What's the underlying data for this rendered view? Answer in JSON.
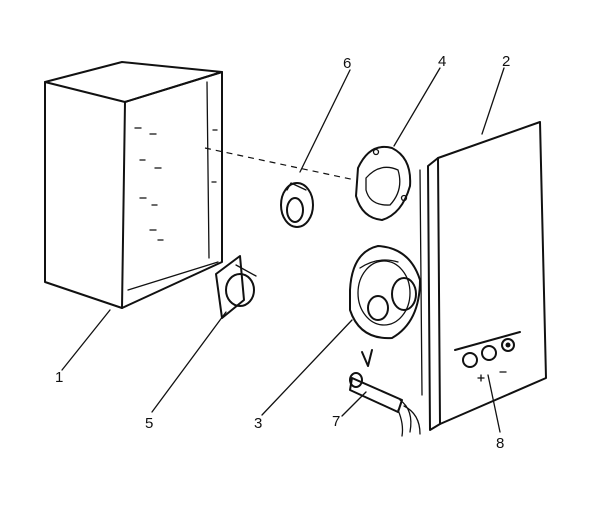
{
  "callouts": [
    {
      "id": "1",
      "label": "1"
    },
    {
      "id": "2",
      "label": "2"
    },
    {
      "id": "3",
      "label": "3"
    },
    {
      "id": "4",
      "label": "4"
    },
    {
      "id": "5",
      "label": "5"
    },
    {
      "id": "6",
      "label": "6"
    },
    {
      "id": "7",
      "label": "7"
    },
    {
      "id": "8",
      "label": "8"
    }
  ],
  "colors": {
    "ink": "#111111",
    "background": "#ffffff"
  }
}
